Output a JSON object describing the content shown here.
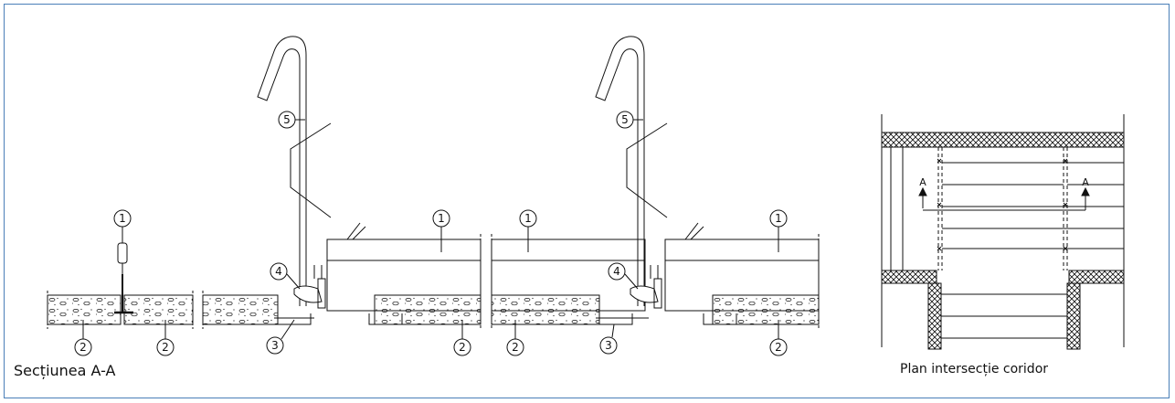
{
  "captions": {
    "section": "Secțiunea  A-A",
    "plan": "Plan intersecție coridor"
  },
  "callouts": {
    "c1": "1",
    "c2": "2",
    "c3": "3",
    "c4": "4",
    "c5": "5"
  },
  "plan_marks": {
    "section_left": "A",
    "section_right": "A"
  },
  "colors": {
    "frame": "#4a7fb8",
    "ink": "#111111"
  }
}
